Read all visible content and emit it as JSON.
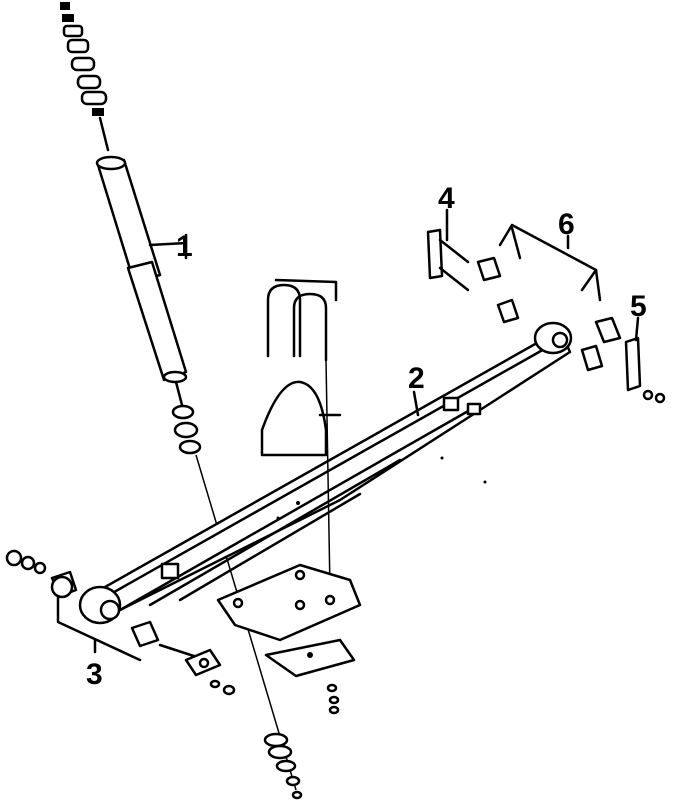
{
  "diagram": {
    "callouts": [
      {
        "id": "1",
        "text": "1"
      },
      {
        "id": "2",
        "text": "2"
      },
      {
        "id": "3",
        "text": "3"
      },
      {
        "id": "4",
        "text": "4"
      },
      {
        "id": "5",
        "text": "5"
      },
      {
        "id": "6",
        "text": "6"
      }
    ]
  },
  "colors": {
    "ink": "#000000",
    "paper": "#ffffff"
  }
}
